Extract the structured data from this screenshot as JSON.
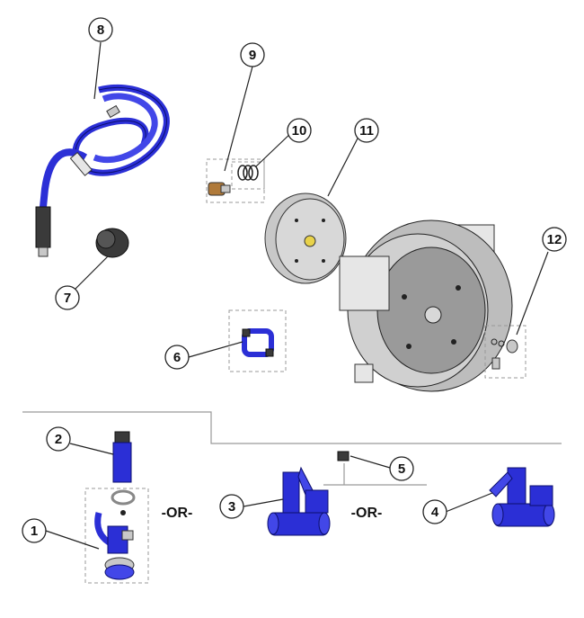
{
  "callouts": [
    {
      "num": "1"
    },
    {
      "num": "2"
    },
    {
      "num": "3"
    },
    {
      "num": "4"
    },
    {
      "num": "5"
    },
    {
      "num": "6"
    },
    {
      "num": "7"
    },
    {
      "num": "8"
    },
    {
      "num": "9"
    },
    {
      "num": "10"
    },
    {
      "num": "11"
    },
    {
      "num": "12"
    }
  ],
  "or_labels": [
    "-OR-",
    "-OR-"
  ],
  "colors": {
    "hose_blue": "#2b2fd6",
    "metal_grey": "#c8c8c8",
    "line": "#222222"
  }
}
